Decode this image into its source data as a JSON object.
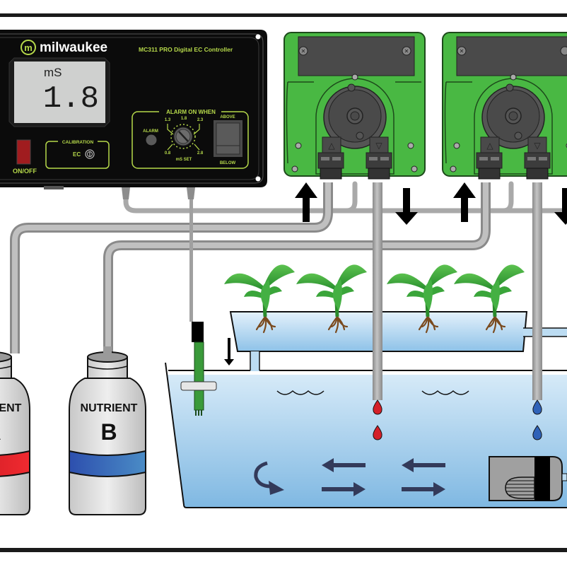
{
  "controller": {
    "brand": "milwaukee",
    "brand_logo_letter": "m",
    "model": "MC311 PRO Digital EC Controller",
    "display_unit": "mS",
    "display_value": "1.8",
    "power_label": "ON/OFF",
    "calibration_title": "CALIBRATION",
    "calibration_label": "EC",
    "alarm_title": "ALARM ON WHEN",
    "alarm_led_label": "ALARM",
    "dial_label": "mS SET",
    "dial_ticks": [
      "0.8",
      "1.3",
      "1.8",
      "2.3",
      "2.8"
    ],
    "switch_top": "ABOVE",
    "switch_bottom": "BELOW"
  },
  "bottles": [
    {
      "label": "NUTRIENT",
      "letter": "A",
      "band_color": "#e0202a"
    },
    {
      "label": "NUTRIENT",
      "letter": "B",
      "band_color": "#2f5fb0"
    }
  ],
  "pumps": [
    {
      "name": "pump-a",
      "inlet_symbol": "△",
      "outlet_symbol": "▽",
      "drop_color": "#d42029"
    },
    {
      "name": "pump-b",
      "inlet_symbol": "△",
      "outlet_symbol": "▽",
      "drop_color": "#2f62b8"
    }
  ],
  "colors": {
    "controller_body": "#0b0b0b",
    "accent_green": "#b6d94a",
    "lcd": "#cfd0cf",
    "pump_green": "#49b843",
    "pump_dark": "#4a4a4a",
    "tube": "#a8a8a8",
    "water": "#a7cfec",
    "leaf": "#3aa53a",
    "root": "#7a4a1e",
    "flow_arrow": "#333a5a"
  }
}
